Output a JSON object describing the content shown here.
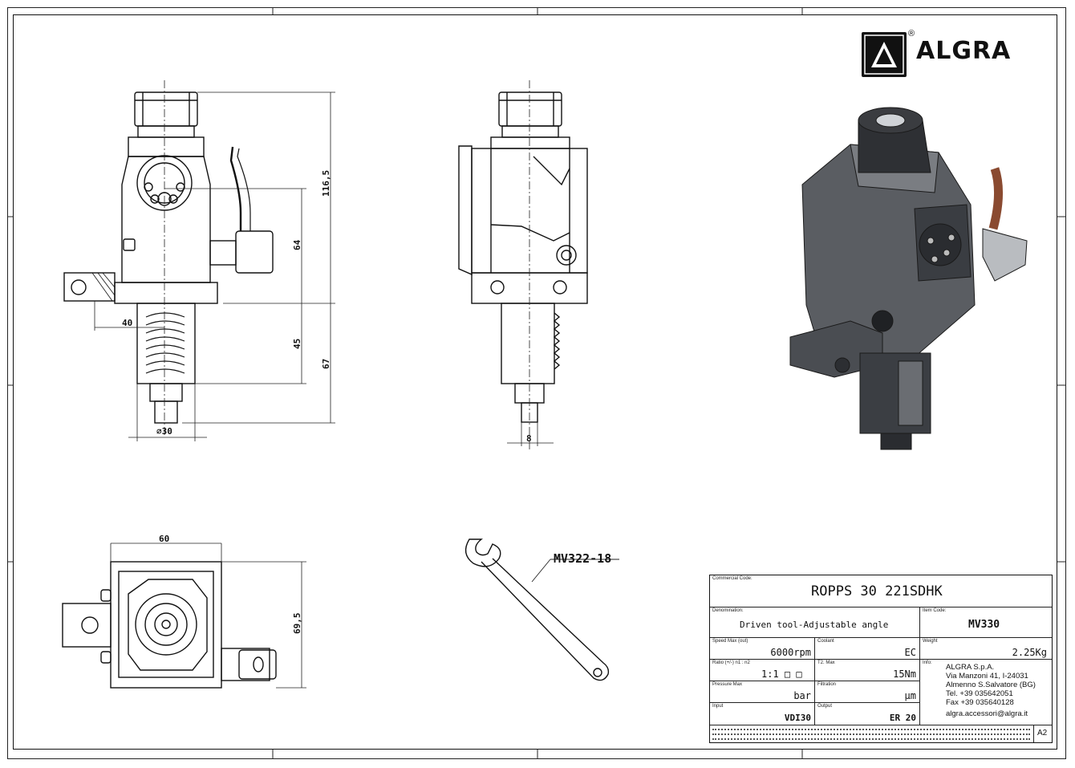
{
  "logo": {
    "text": "ALGRA",
    "registered": "®"
  },
  "views": {
    "front_dims": {
      "height_total": "116,5",
      "height_upper": "64",
      "height_lower": "45",
      "height_shank": "67",
      "offset": "40",
      "diameter": "∅30"
    },
    "side_dims": {
      "shaft_width": "8"
    },
    "top_dims": {
      "width": "60",
      "depth": "69,5"
    },
    "wrench_label": "MV322-18"
  },
  "title_block": {
    "commercial_code_label": "Commercial Code:",
    "commercial_code": "ROPPS 30 221SDHK",
    "denomination_label": "Denomination:",
    "denomination": "Driven tool-Adjustable angle",
    "item_code_label": "Item Code:",
    "item_code": "MV330",
    "speed_label": "Speed Max (out)",
    "speed_value": "6000",
    "speed_unit": "rpm",
    "coolant_label": "Coolant",
    "coolant_value": "EC",
    "weight_label": "Weight",
    "weight_value": "2.25Kg",
    "ratio_label": "Ratio (+/-) n1 : n2",
    "ratio_value": "1:1 □ □",
    "torque_label": "T2. Max",
    "torque_value": "15",
    "torque_unit": "Nm",
    "info_label": "Info:",
    "info_lines": [
      "ALGRA S.p.A.",
      "Via Manzoni 41, I-24031",
      "Almenno S.Salvatore (BG)",
      "Tel. +39 035642051",
      "Fax +39 035640128",
      "algra.accessori@algra.it"
    ],
    "pressure_label": "Pressure Max",
    "pressure_unit": "bar",
    "filtration_label": "Filtration",
    "filtration_unit": "μm",
    "input_label": "Input",
    "input_value": "VDI30",
    "output_label": "Output",
    "output_value": "ER 20",
    "sheet_size": "A2"
  }
}
